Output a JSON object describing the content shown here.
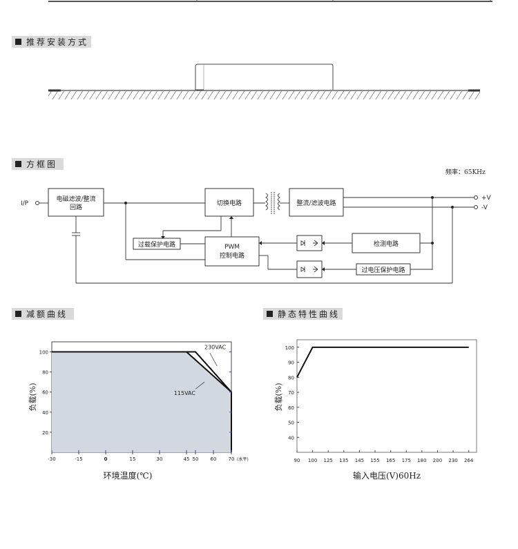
{
  "sections": {
    "install": "推荐安装方式",
    "block": "方框图",
    "derating": "减额曲线",
    "static": "静态特性曲线"
  },
  "block_diagram": {
    "freq": "频率：65KHz",
    "input": "I/P",
    "out_pos": "+V",
    "out_neg": "-V",
    "emi_line1": "电磁滤波/整流",
    "emi_line2": "回路",
    "switch": "切换电路",
    "rectify": "整流/滤波电路",
    "ovp_protect": "过载保护电路",
    "pwm_line1": "PWM",
    "pwm_line2": "控制电路",
    "detect": "检测电路",
    "overvoltage": "过电压保护电路"
  },
  "chart_data": [
    {
      "type": "area",
      "name": "derating",
      "xlabel": "环境温度(℃)",
      "ylabel": "负载(%)",
      "x_unit": "(水平)",
      "xticks": [
        -30,
        -15,
        0,
        15,
        30,
        45,
        50,
        60,
        70
      ],
      "yticks": [
        20,
        40,
        60,
        80,
        100
      ],
      "xlim": [
        -30,
        70
      ],
      "ylim": [
        0,
        110
      ],
      "series": [
        {
          "name": "230VAC",
          "x": [
            -30,
            50,
            70,
            70
          ],
          "y": [
            100,
            100,
            60,
            0
          ]
        },
        {
          "name": "115VAC",
          "x": [
            -30,
            45,
            70,
            70
          ],
          "y": [
            100,
            100,
            60,
            0
          ]
        }
      ],
      "labels": {
        "s230": "230VAC",
        "s115": "115VAC"
      }
    },
    {
      "type": "line",
      "name": "static",
      "xlabel": "输入电压(V)60Hz",
      "ylabel": "负载(%)",
      "xticks": [
        "90",
        "100",
        "125",
        "135",
        "145",
        "155",
        "165",
        "175",
        "180",
        "200",
        "230",
        "264"
      ],
      "yticks": [
        40,
        50,
        60,
        70,
        80,
        90,
        100
      ],
      "ylim": [
        30,
        105
      ],
      "series": [
        {
          "name": "",
          "x": [
            "90",
            "100",
            "264"
          ],
          "y": [
            80,
            100,
            100
          ]
        }
      ]
    }
  ]
}
